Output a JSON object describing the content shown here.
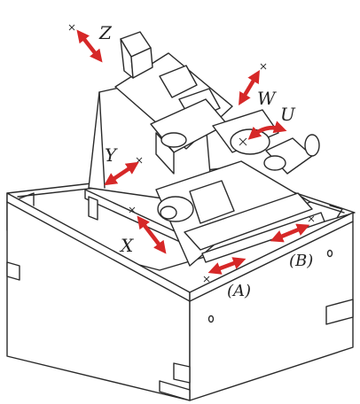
{
  "diagram": {
    "arrow_color": "#d62828",
    "line_color": "#2a2a2a",
    "axes": [
      {
        "id": "z",
        "label": "Z"
      },
      {
        "id": "w",
        "label": "W"
      },
      {
        "id": "u",
        "label": "U"
      },
      {
        "id": "y",
        "label": "Y"
      },
      {
        "id": "x",
        "label": "X"
      },
      {
        "id": "a",
        "label": "(A)"
      },
      {
        "id": "b",
        "label": "(B)"
      }
    ]
  }
}
